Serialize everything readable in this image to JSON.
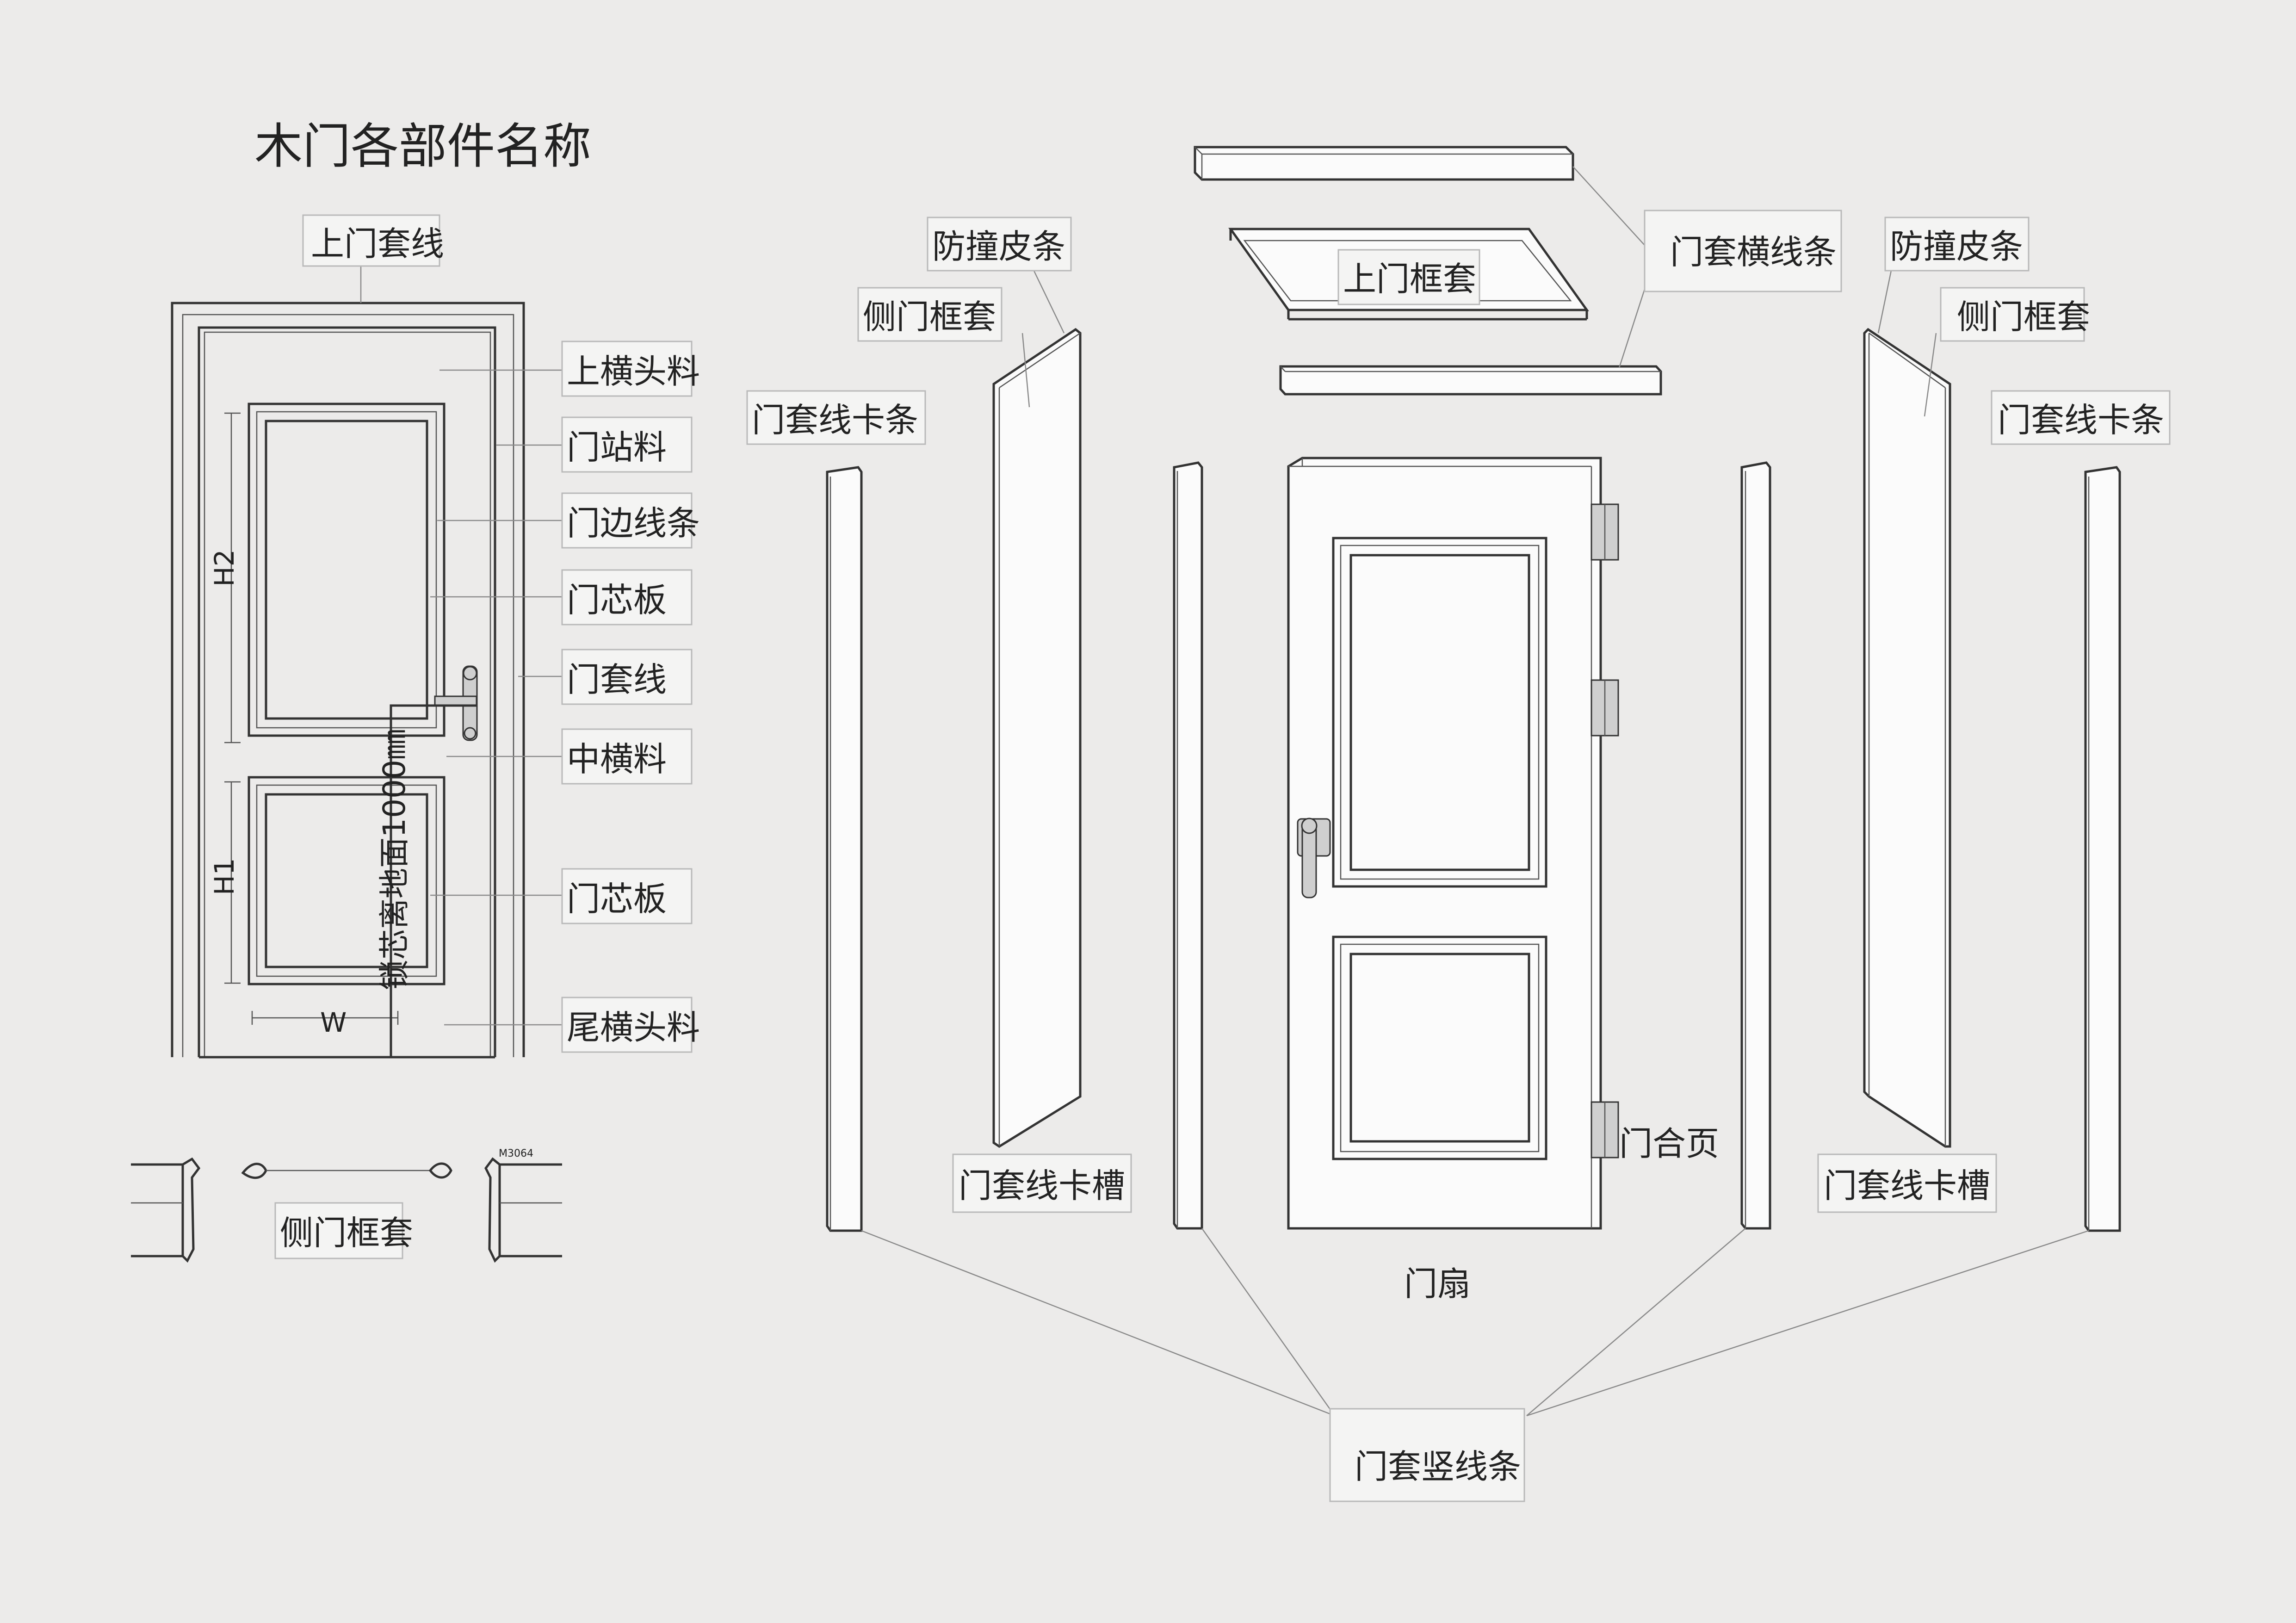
{
  "title": "木门各部件名称",
  "left_labels": {
    "top_casing": "上门套线",
    "top_rail": "上横头料",
    "door_stop": "门站料",
    "edge_trim": "门边线条",
    "panel_upper": "门芯板",
    "casing": "门套线",
    "mid_rail": "中横料",
    "panel_lower": "门芯板",
    "bottom_rail": "尾横头料",
    "side_frame_section": "侧门框套"
  },
  "dimensions": {
    "h2": "H2",
    "h1": "H1",
    "w": "W",
    "lock_height": "锁芯离地面1000㎜"
  },
  "section_tag": "M3064",
  "right_labels": {
    "bumper_left": "防撞皮条",
    "side_frame_left": "侧门框套",
    "clip_left": "门套线卡条",
    "top_frame": "上门框套",
    "top_casing_strip": "门套横线条",
    "bumper_right": "防撞皮条",
    "side_frame_right": "侧门框套",
    "clip_right": "门套线卡条",
    "groove_left": "门套线卡槽",
    "groove_right": "门套线卡槽",
    "hinge": "门合页",
    "door_leaf": "门扇",
    "vertical_casing": "门套竖线条"
  }
}
